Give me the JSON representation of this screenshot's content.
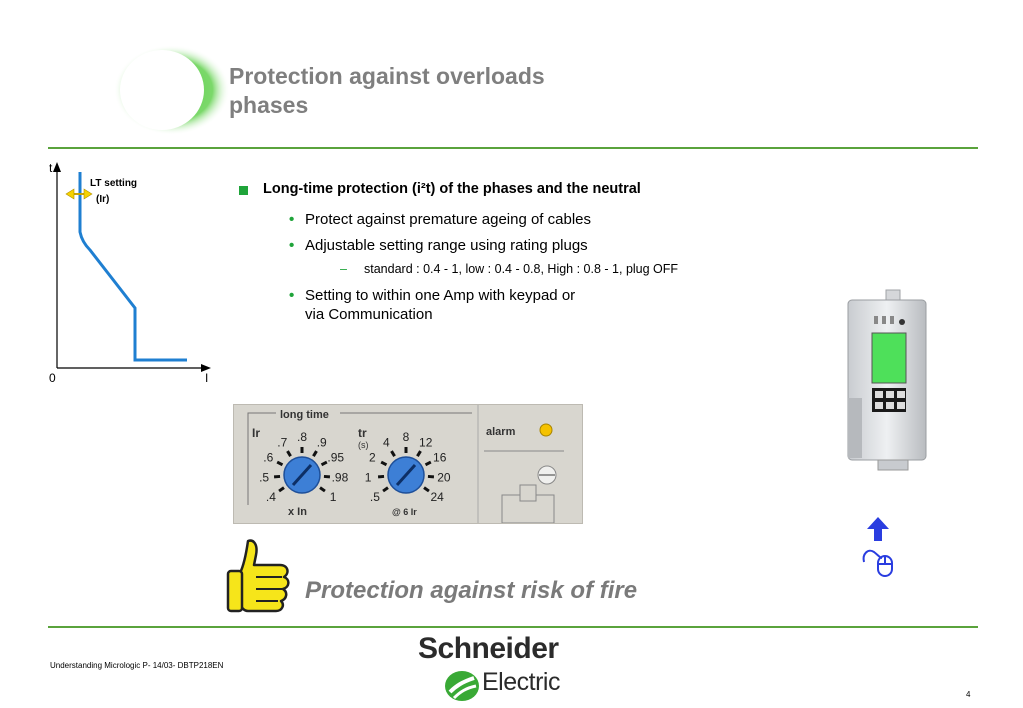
{
  "title": {
    "line1": "Protection against overloads",
    "line2": "phases"
  },
  "curve": {
    "axis_t": "t",
    "axis_i": "I",
    "origin": "0",
    "setting_label_1": "LT setting",
    "setting_label_2": "(Ir)"
  },
  "bullets": {
    "main": "Long-time protection (i²t) of the phases and the neutral",
    "sub1": "Protect against premature ageing of cables",
    "sub2": "Adjustable setting range  using rating plugs",
    "sub2_detail": "standard : 0.4 - 1, low : 0.4 - 0.8, High : 0.8 - 1, plug OFF",
    "sub3_line1": "Setting to within one Amp with keypad or",
    "sub3_line2": "via Communication"
  },
  "panel": {
    "group_label": "long time",
    "ir_label": "Ir",
    "ir_unit": "x In",
    "ir_ticks": [
      ".4",
      ".5",
      ".6",
      ".7",
      ".8",
      ".9",
      ".95",
      ".98",
      "1"
    ],
    "tr_label": "tr",
    "tr_unit_s": "(s)",
    "tr_unit": "@ 6 Ir",
    "tr_ticks": [
      ".5",
      "1",
      "2",
      "4",
      "8",
      "12",
      "16",
      "20",
      "24"
    ],
    "alarm_label": "alarm"
  },
  "slogan": "Protection against risk of fire",
  "footer": "Understanding Micrologic P- 14/03- DBTP218EN",
  "logo": {
    "line1": "Schneider",
    "line2": "Electric"
  },
  "page_number": "4",
  "colors": {
    "accent_green": "#5aa33c",
    "bullet_green": "#1fa43a",
    "curve_blue": "#1f7fd1",
    "nav_blue": "#2a3de0",
    "title_grey": "#7f7f7f"
  }
}
